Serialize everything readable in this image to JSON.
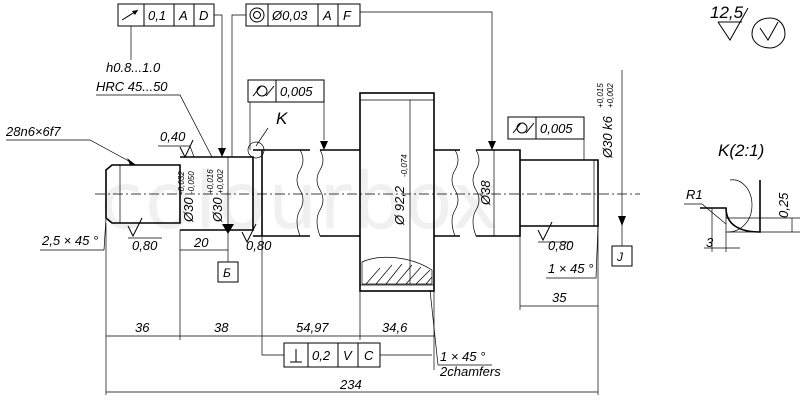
{
  "surface_finish": {
    "value": "12,5"
  },
  "watermark": "colourbox",
  "callouts": {
    "hardness_depth": "h0.8...1.0",
    "hardness": "HRC 45...50",
    "spline": "28n6×6f7",
    "left_chamfer": "2,5 × 45 °",
    "detail_label": "K",
    "detail_title": "K(2:1)",
    "detail_radius": "R1",
    "detail_width": "3",
    "detail_depth": "0,25",
    "chamfers_spec": "1 × 45 °",
    "chamfers_note": "2chamfers",
    "right_chamfer": "1 × 45 °"
  },
  "datums": {
    "b": "Б",
    "j": "J"
  },
  "roughness_values": {
    "r1": "0,40",
    "r2": "0,80",
    "r3": "0,80",
    "r4": "0,80"
  },
  "diameters": {
    "d30_left": {
      "base": "Ø30",
      "upper": "-0,032",
      "lower": "-0,050"
    },
    "d30_mid": {
      "base": "Ø30",
      "upper": "+0,016",
      "lower": "+0,002"
    },
    "d92": {
      "base": "Ø 92,2",
      "tol": "-0,074"
    },
    "d38": "Ø38",
    "d30_right": {
      "base": "Ø30 k6",
      "upper": "+0,015",
      "lower": "+0,002"
    }
  },
  "dimensions": {
    "d36": "36",
    "d38": "38",
    "d5497": "54,97",
    "d346": "34,6",
    "d234": "234",
    "d35": "35",
    "d20": "20"
  },
  "tolerance_frames": [
    {
      "id": "runout",
      "symbol": "circular-runout",
      "value": "0,1",
      "datums": [
        "A",
        "D"
      ]
    },
    {
      "id": "coaxiality",
      "symbol": "concentricity",
      "value": "Ø0,03",
      "datums": [
        "A",
        "F"
      ]
    },
    {
      "id": "cyl_left",
      "symbol": "cylindricity",
      "value": "0,005",
      "datums": []
    },
    {
      "id": "cyl_right",
      "symbol": "cylindricity",
      "value": "0,005",
      "datums": []
    },
    {
      "id": "perp",
      "symbol": "perpendicularity",
      "value": "0,2",
      "datums": [
        "V",
        "C"
      ]
    }
  ]
}
